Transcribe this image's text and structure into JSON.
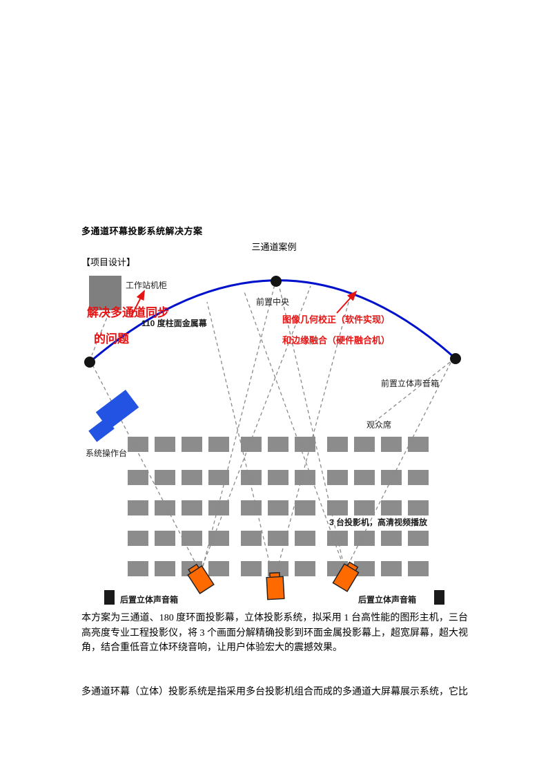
{
  "page": {
    "title": "多通道环幕投影系统解决方案",
    "subtitle": "三通道案例",
    "section_heading": "【项目设计】",
    "paragraph1": "本方案为三通道、180 度环面投影幕，立体投影系统，拟采用 1 台高性能的图形主机，三台高亮度专业工程投影仪，将 3 个画面分解精确投影到环面金属投影幕上，超宽屏幕，超大视角，结合重低音立体环绕音响，让用户体验宏大的震撼效果。",
    "paragraph2": "多通道环幕（立体）投影系统是指采用多台投影机组合而成的多通道大屏幕展示系统，它比"
  },
  "diagram": {
    "labels": {
      "workstation": "工作站机柜",
      "front_center": "前置中央",
      "screen": "110 度柱面金属幕",
      "front_speaker": "前置立体声音箱",
      "console": "系统操作台",
      "audience": "观众席",
      "projector_note": "3 台投影机，高清视频播放",
      "rear_speaker_left": "后置立体声音箱",
      "rear_speaker_right": "后置立体声音箱"
    },
    "annotations": {
      "sync_note_line1": "解决多通道同步",
      "sync_note_line2": "的问题",
      "correction_line1": "图像几何校正（软件实现）",
      "correction_line2": "和边缘融合（硬件融合机）"
    },
    "seat_grid": {
      "rows": 5,
      "cols": 11
    },
    "projector_count": 3,
    "colors": {
      "screen_arc": "#0011cc",
      "annotation_red": "#e51414",
      "seat_gray": "#8c8c8c",
      "console_blue": "#2353e3",
      "projector_orange": "#ff6a00",
      "cabinet_gray": "#7f7f7f",
      "dot_black": "#141414",
      "rear_speaker_black": "#1a1a1a"
    }
  }
}
